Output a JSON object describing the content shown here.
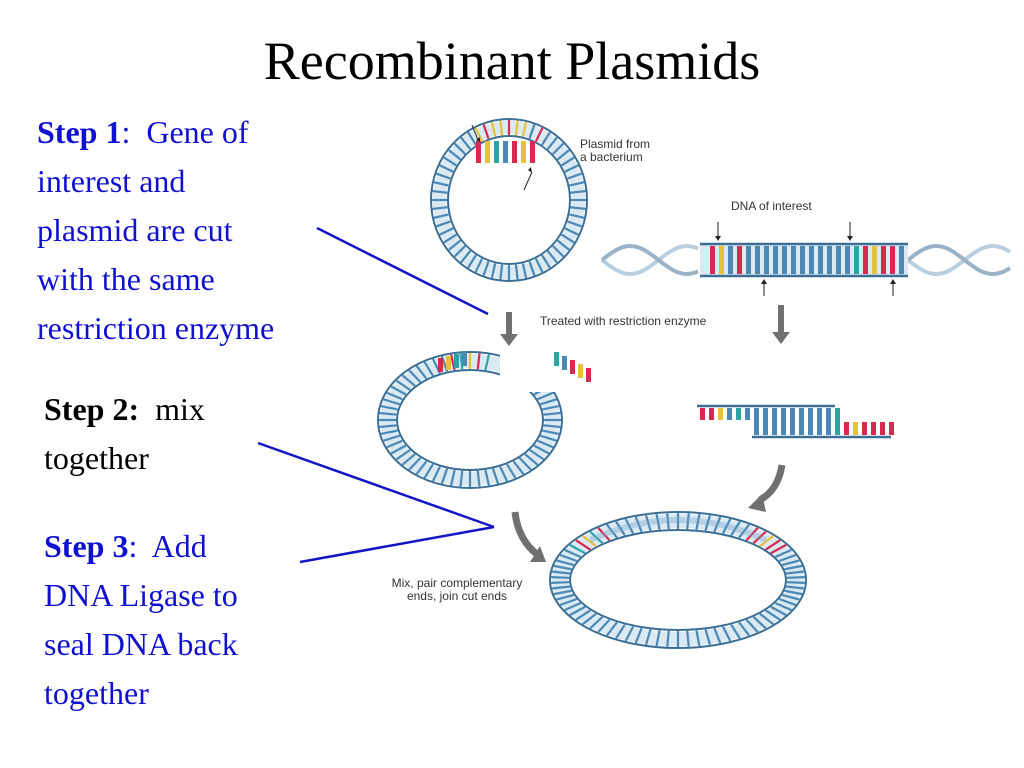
{
  "title": "Recombinant Plasmids",
  "colors": {
    "step_keyword": "#1010d0",
    "connector_line": "#1515c8",
    "dna_blue": "#4a88b5",
    "dna_pale": "#dbe9f3",
    "dna_dark": "#3c6f95",
    "base_red": "#d62a4f",
    "base_yellow": "#e6c13b",
    "base_teal": "#2aa6a6",
    "arrow_gray": "#707070"
  },
  "steps": [
    {
      "label": "Step 1",
      "separator": ":  ",
      "lines": [
        "Gene of",
        "interest and",
        "plasmid are cut",
        "with the same",
        "restriction enzyme"
      ]
    },
    {
      "label": "Step 2:",
      "separator": "  ",
      "lines": [
        "mix",
        "together"
      ]
    },
    {
      "label": "Step 3",
      "separator": ":  ",
      "lines": [
        "Add",
        "DNA Ligase to",
        "seal DNA back",
        "together"
      ]
    }
  ],
  "diagram_labels": {
    "plasmid": [
      "Plasmid from",
      "a bacterium"
    ],
    "dna_of_interest": "DNA of interest",
    "treated": "Treated with restriction enzyme",
    "mix": [
      "Mix, pair complementary",
      "ends, join cut ends"
    ]
  },
  "icons": [
    "cut-site-arrow-icon",
    "process-arrow-icon",
    "curved-arrow-icon"
  ]
}
